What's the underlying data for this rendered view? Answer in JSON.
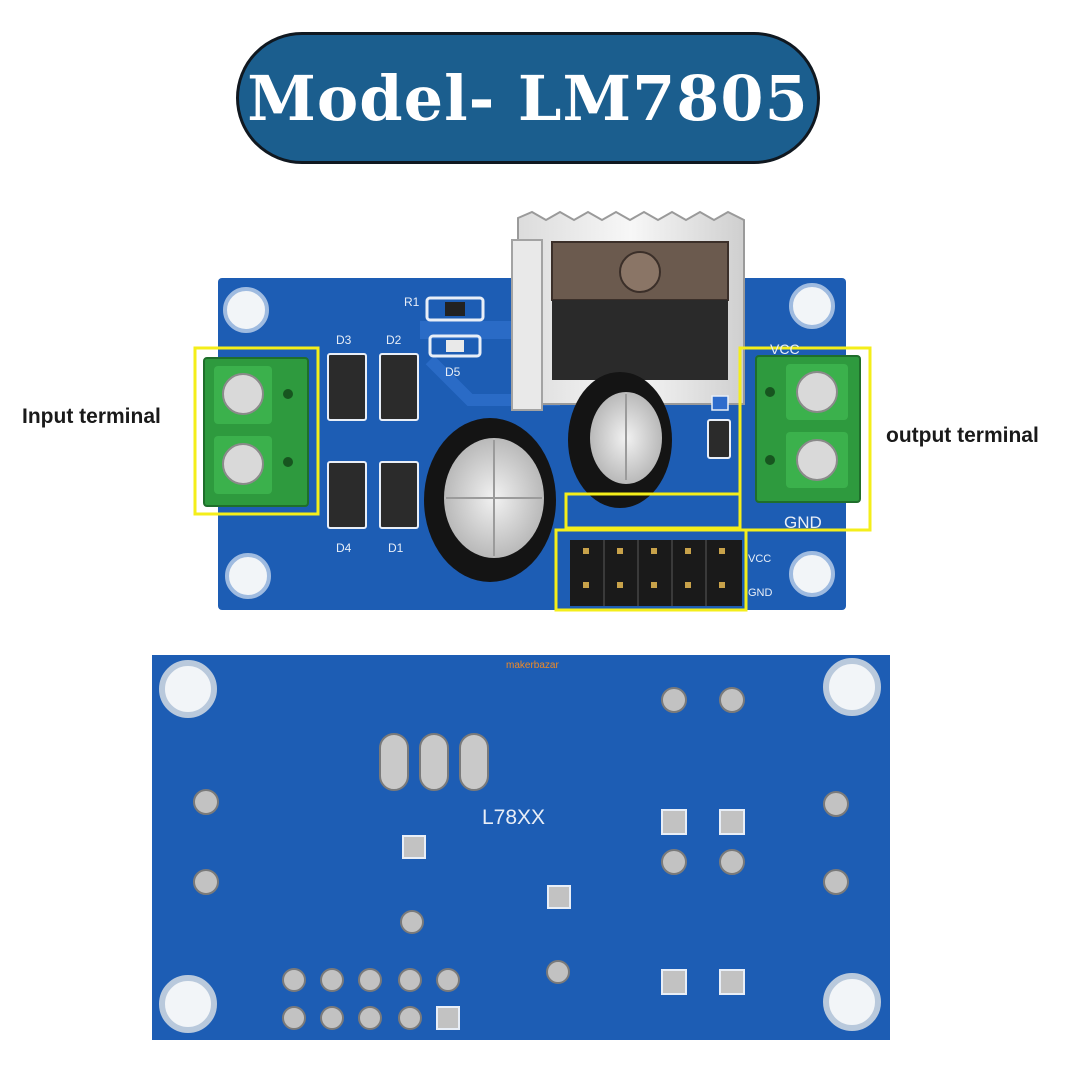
{
  "title": "Model- LM7805",
  "labels": {
    "input_terminal": "Input terminal",
    "output_terminal": "output terminal"
  },
  "board_top": {
    "refs": {
      "r1": "R1",
      "d1": "D1",
      "d2": "D2",
      "d3": "D3",
      "d4": "D4",
      "d5": "D5"
    },
    "vcc": "VCC",
    "gnd": "GND",
    "header_vcc": "VCC",
    "header_gnd": "GND"
  },
  "board_bottom": {
    "marking": "L78XX",
    "logo": "makerbazar"
  },
  "colors": {
    "title_fill": "#1b5e8e",
    "pcb": "#1d5db4",
    "terminal": "#2e9a3e",
    "highlight": "#f4ee1a"
  }
}
